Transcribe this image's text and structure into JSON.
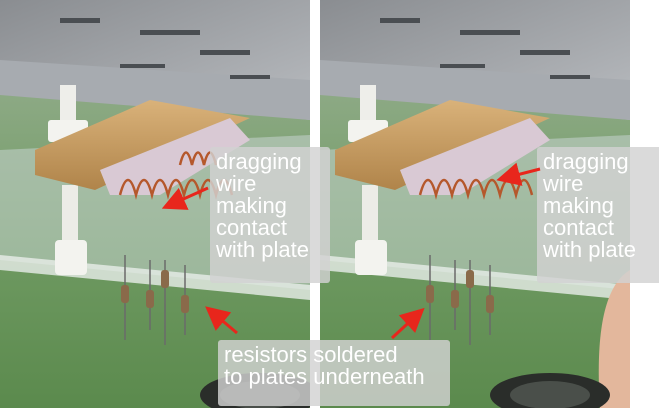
{
  "callouts": {
    "dragging": [
      "dragging",
      "wire",
      "making",
      "contact",
      "with plate"
    ],
    "resistors": [
      "resistors soldered",
      "to plates underneath"
    ]
  },
  "colors": {
    "arrow": "#e8261c",
    "callout_bg": "#d2d2d2",
    "callout_text": "#ffffff"
  }
}
